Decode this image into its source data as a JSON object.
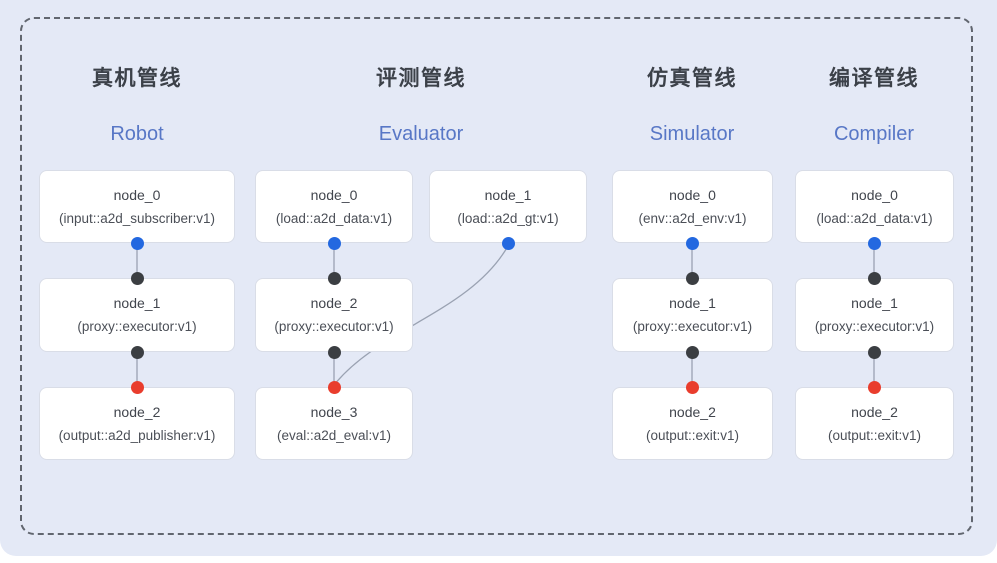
{
  "diagram": {
    "background_color": "#e4e9f6",
    "border_style": "dashed",
    "border_color": "#61666f",
    "accent_text_color": "#5877c6",
    "port_colors": {
      "output_port": "#2368e0",
      "executor_port": "#3b3e42",
      "sink_port": "#e93d2d"
    },
    "wire_color": "#9aa2b2"
  },
  "pipelines": [
    {
      "title_zh": "真机管线",
      "title_en": "Robot",
      "nodes": [
        {
          "title": "node_0",
          "subtitle": "(input::a2d_subscriber:v1)"
        },
        {
          "title": "node_1",
          "subtitle": "(proxy::executor:v1)"
        },
        {
          "title": "node_2",
          "subtitle": "(output::a2d_publisher:v1)"
        }
      ]
    },
    {
      "title_zh": "评测管线",
      "title_en": "Evaluator",
      "nodes": [
        {
          "title": "node_0",
          "subtitle": "(load::a2d_data:v1)"
        },
        {
          "title": "node_1",
          "subtitle": "(load::a2d_gt:v1)"
        },
        {
          "title": "node_2",
          "subtitle": "(proxy::executor:v1)"
        },
        {
          "title": "node_3",
          "subtitle": "(eval::a2d_eval:v1)"
        }
      ]
    },
    {
      "title_zh": "仿真管线",
      "title_en": "Simulator",
      "nodes": [
        {
          "title": "node_0",
          "subtitle": "(env::a2d_env:v1)"
        },
        {
          "title": "node_1",
          "subtitle": "(proxy::executor:v1)"
        },
        {
          "title": "node_2",
          "subtitle": "(output::exit:v1)"
        }
      ]
    },
    {
      "title_zh": "编译管线",
      "title_en": "Compiler",
      "nodes": [
        {
          "title": "node_0",
          "subtitle": "(load::a2d_data:v1)"
        },
        {
          "title": "node_1",
          "subtitle": "(proxy::executor:v1)"
        },
        {
          "title": "node_2",
          "subtitle": "(output::exit:v1)"
        }
      ]
    }
  ]
}
